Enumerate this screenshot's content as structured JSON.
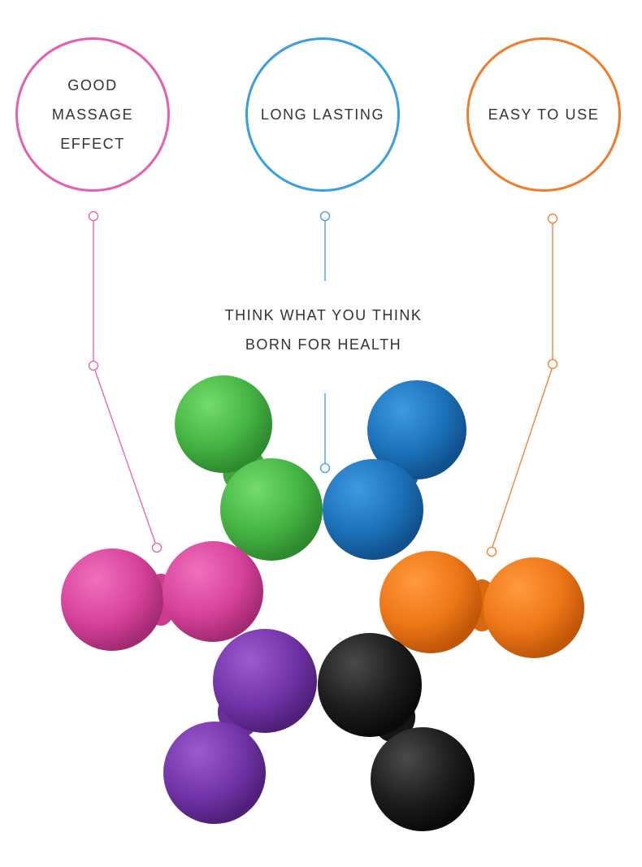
{
  "features": [
    {
      "lines": [
        "GOOD",
        "MASSAGE EFFECT"
      ],
      "color": "#e35fb2"
    },
    {
      "lines": [
        "LONG LASTING"
      ],
      "color": "#3a9ee0"
    },
    {
      "lines": [
        "EASY TO USE"
      ],
      "color": "#ef7d2c"
    }
  ],
  "tagline": {
    "line1": "THINK WHAT YOU THINK",
    "line2": "BORN FOR HEALTH"
  },
  "product": {
    "name": "double peanut massage ball",
    "colors": {
      "green": "#4fc24c",
      "blue": "#1f7cc4",
      "pink": "#e04aa3",
      "orange": "#ef7d1d",
      "purple": "#7c3cb0",
      "black": "#1c1c1c"
    }
  }
}
